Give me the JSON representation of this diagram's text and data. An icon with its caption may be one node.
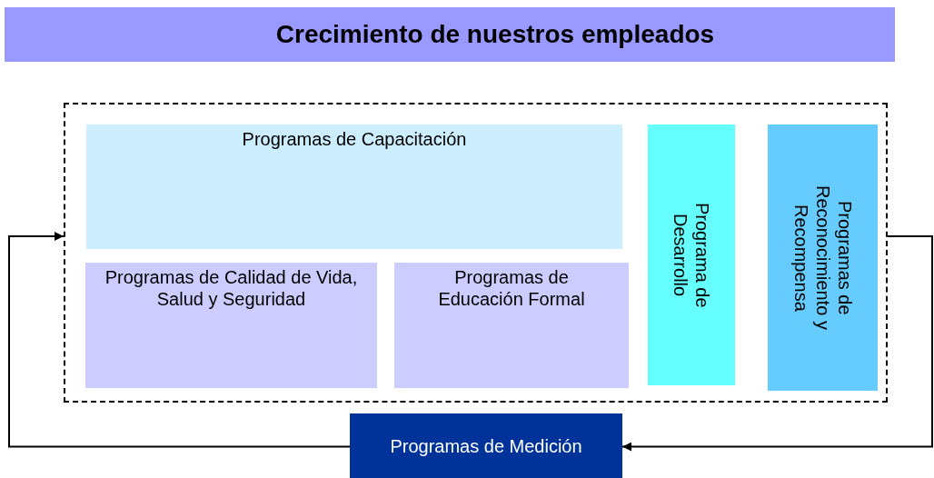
{
  "diagram": {
    "title": "Crecimiento de nuestros empleados",
    "nodes": [
      {
        "text": [],
        "shape": "box"
      },
      {
        "text": [
          "Programas de Capacitación"
        ],
        "in": 0
      },
      {
        "text": [
          "Programas de Calidad de Vida, Salud y Seguridad"
        ],
        "in": 0
      },
      {
        "text": [
          "Programas de Educación Formal"
        ],
        "in": 0
      },
      {
        "text": [
          "Programa de Desarrollo"
        ],
        "in": 0
      },
      {
        "text": [
          "Programas de Reconocimiento y Recompensa"
        ],
        "in": 0
      },
      {
        "text": [
          "Programas de Medición"
        ]
      }
    ],
    "edges": [
      {
        "from": 0,
        "to": 6,
        "arrow": "to"
      },
      {
        "from": 6,
        "to": 0,
        "arrow": "to"
      }
    ]
  }
}
